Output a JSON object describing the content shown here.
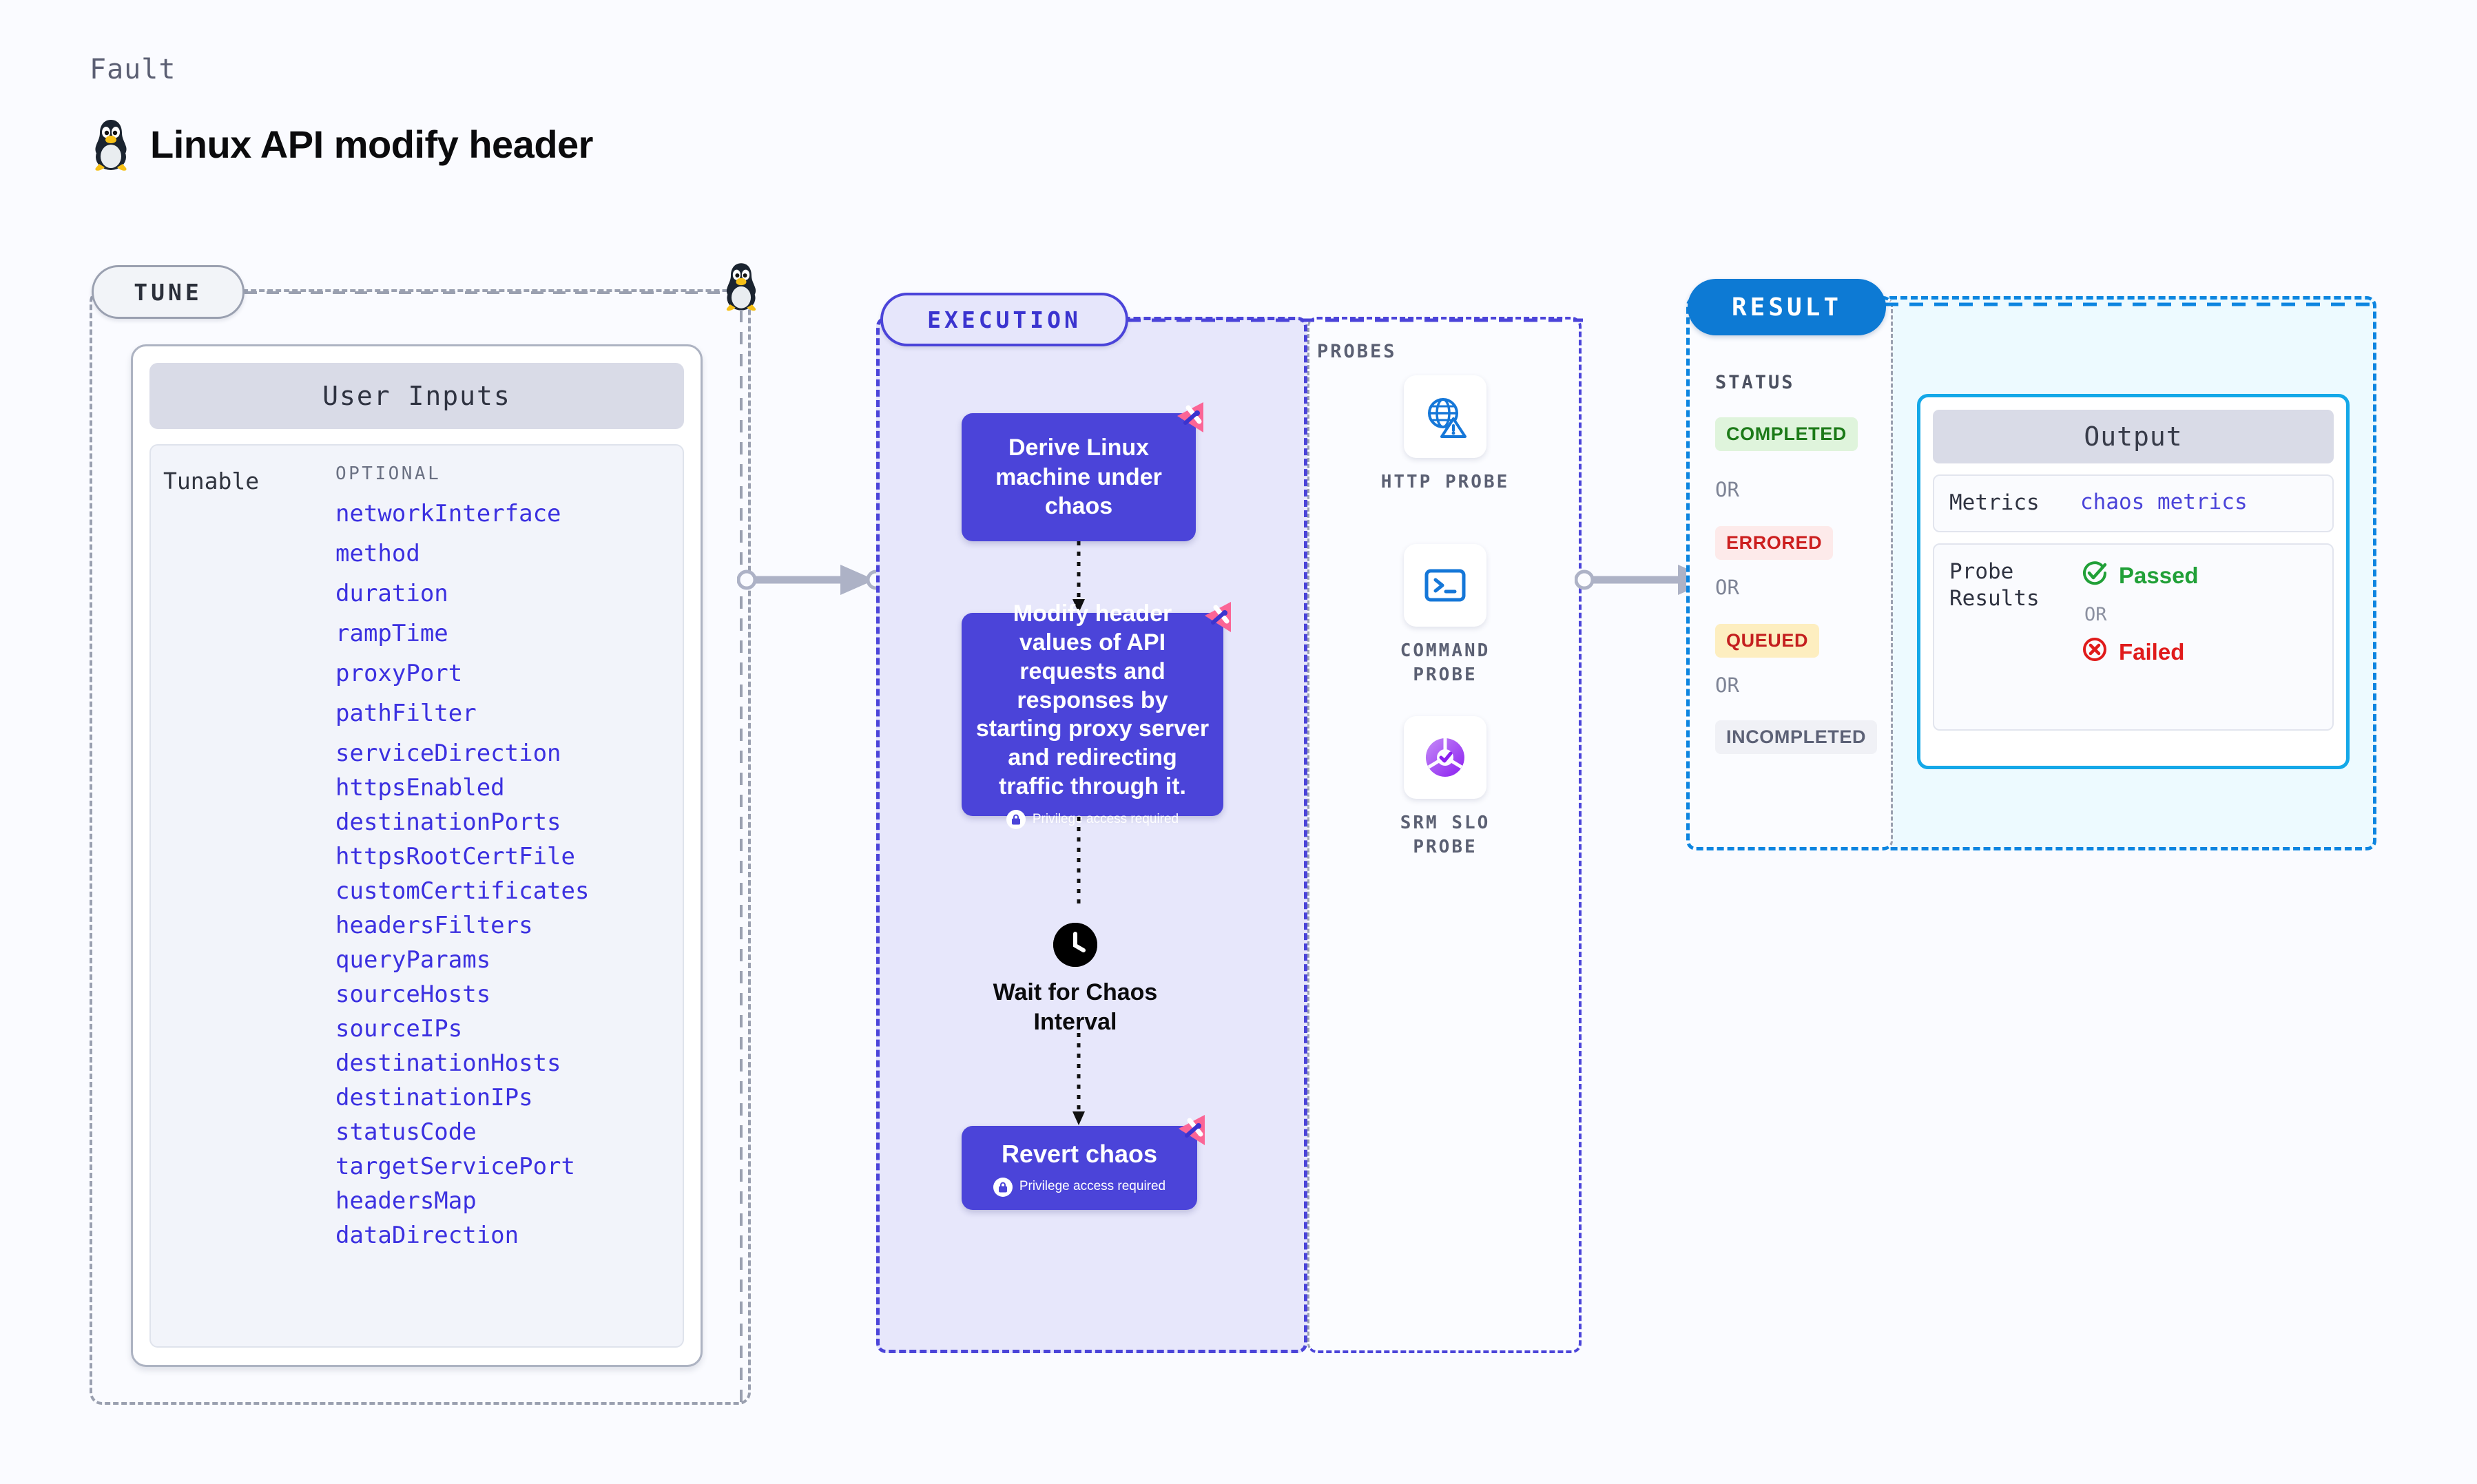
{
  "header": {
    "eyebrow": "Fault",
    "title": "Linux API modify header",
    "os_icon": "linux-tux-icon"
  },
  "phases": {
    "tune": "TUNE",
    "execution": "EXECUTION",
    "result": "RESULT"
  },
  "tune": {
    "card_title": "User Inputs",
    "group_label": "Tunable",
    "optional_label": "OPTIONAL",
    "parameters": [
      "networkInterface",
      "method",
      "duration",
      "rampTime",
      "proxyPort",
      "pathFilter",
      "serviceDirection",
      "httpsEnabled",
      "destinationPorts",
      "httpsRootCertFile",
      "customCertificates",
      "headersFilters",
      "queryParams",
      "sourceHosts",
      "sourceIPs",
      "destinationHosts",
      "destinationIPs",
      "statusCode",
      "targetServicePort",
      "headersMap",
      "dataDirection"
    ]
  },
  "execution": {
    "nodes": [
      {
        "label": "Derive Linux machine under chaos",
        "privilege": null
      },
      {
        "label": "Modify header values of API requests and responses by starting proxy server and redirecting traffic through it.",
        "privilege": "Privilege access required"
      },
      {
        "label": "Revert chaos",
        "privilege": "Privilege access required"
      }
    ],
    "wait_label": "Wait for Chaos Interval",
    "wait_icon": "clock-icon"
  },
  "probes": {
    "title": "PROBES",
    "items": [
      {
        "name": "HTTP PROBE",
        "icon": "globe-warning-icon"
      },
      {
        "name": "COMMAND PROBE",
        "icon": "terminal-icon"
      },
      {
        "name": "SRM SLO PROBE",
        "icon": "srm-slo-donut-icon"
      }
    ]
  },
  "result": {
    "status_title": "STATUS",
    "or_label": "OR",
    "statuses": [
      {
        "label": "COMPLETED",
        "bg": "#dff4dc",
        "fg": "#1c7a18"
      },
      {
        "label": "ERRORED",
        "bg": "#fdeaea",
        "fg": "#cc1f1f"
      },
      {
        "label": "QUEUED",
        "bg": "#fdeec0",
        "fg": "#c41f1f"
      },
      {
        "label": "INCOMPLETED",
        "bg": "#f0f1f6",
        "fg": "#5c6176"
      }
    ],
    "output": {
      "title": "Output",
      "metrics_key": "Metrics",
      "metrics_value": "chaos metrics",
      "probe_key": "Probe Results",
      "passed_label": "Passed",
      "failed_label": "Failed",
      "or_label": "OR"
    }
  },
  "colors": {
    "brand_indigo": "#4b44d9",
    "result_blue": "#0d7ad4",
    "output_border": "#14a8e8",
    "pink_marker": "#fb6596",
    "pass_green": "#21a038",
    "fail_red": "#e01b1b",
    "page_bg": "#fafbff"
  }
}
